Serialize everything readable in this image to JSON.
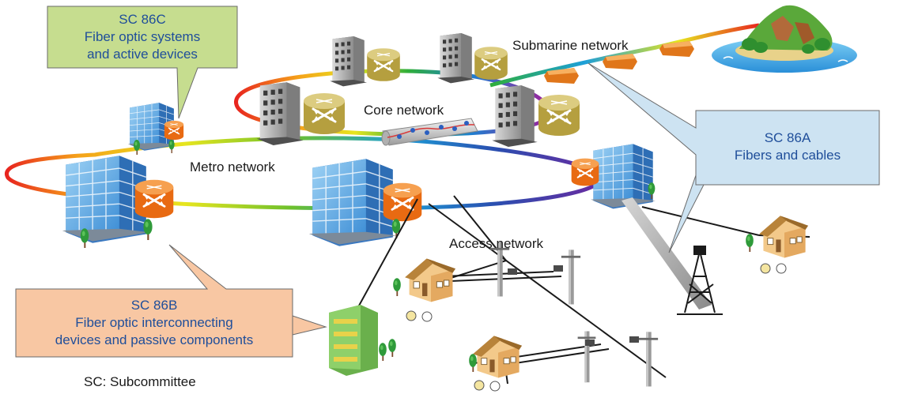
{
  "labels": {
    "submarine": "Submarine network",
    "core": "Core network",
    "metro": "Metro network",
    "access": "Access network",
    "footnote": "SC: Subcommittee"
  },
  "callouts": {
    "sc86c": {
      "code": "SC 86C",
      "line1": "Fiber optic systems",
      "line2": "and active devices",
      "color": "#c6dd8f"
    },
    "sc86a": {
      "code": "SC 86A",
      "line1": "Fibers and cables",
      "color": "#cde3f2"
    },
    "sc86b": {
      "code": "SC 86B",
      "line1": "Fiber optic interconnecting",
      "line2": "devices and passive components",
      "color": "#f8c7a3"
    }
  },
  "colors": {
    "text_blue": "#1f4e9a",
    "router_orange": "#ee7a1e",
    "router_gold": "#c9b45a",
    "building_blue": "#5aa9e6",
    "repeater_orange": "#f08a1c"
  },
  "icons": [
    "office-building-icon",
    "optical-router-icon",
    "crossconnect-icon",
    "submarine-repeater-icon",
    "island-icon",
    "house-icon",
    "utility-pole-icon",
    "radio-tower-icon",
    "apartment-building-icon",
    "fiber-cable-icon",
    "tree-icon"
  ]
}
